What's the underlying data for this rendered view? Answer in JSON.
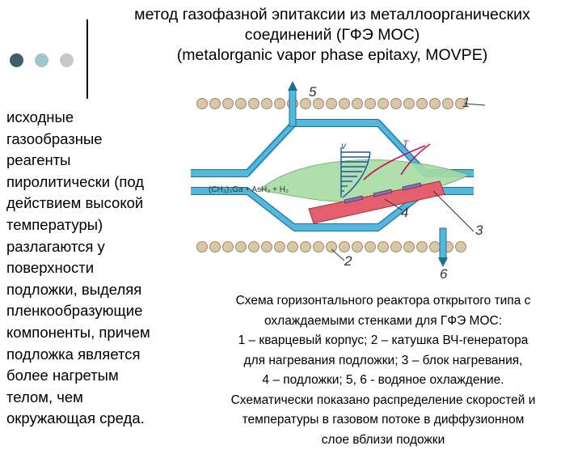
{
  "title": {
    "line1": "метод газофазной эпитаксии из металлоорганических",
    "line2": "соединений (ГФЭ МОС)",
    "line3": "(metalorganic vapor phase epitaxy, MOVPE)"
  },
  "colors": {
    "dot1": "#3e6068",
    "dot2": "#9fc6cc",
    "dot3": "#c8c8c8",
    "wall": "#54b8dd",
    "coil": "#d9c7a8",
    "flow": "#a7dca3",
    "heater": "#e4606e",
    "velocity": "#1d54a8",
    "temperature": "#c8145a"
  },
  "body_text": [
    "исходные",
    "газообразные",
    "реагенты",
    "пиролитически (под",
    "действием высокой",
    "температуры)",
    "разлагаются у",
    "поверхности",
    "подложки, выделяя",
    "пленкообразующие",
    "компоненты, причем",
    "подложка является",
    "более нагретым",
    "телом, чем",
    "окружающая среда."
  ],
  "caption": [
    "Схема горизонтального реактора открытого типа с",
    "охлаждаемыми стенками для ГФЭ МОС:",
    "1 – кварцевый корпус; 2 – катушка ВЧ-генератора",
    "для нагревания подложки; 3 – блок нагревания,",
    "4 – подложки; 5, 6 -  водяное охлаждение.",
    "Схематически показано распределение скоростей и",
    "температуры в газовом потоке в диффузионном",
    "слое вблизи подожки"
  ],
  "diagram": {
    "labels": {
      "n1": "1",
      "n2": "2",
      "n3": "3",
      "n4": "4",
      "n5": "5",
      "n6": "6",
      "v": "v",
      "t": "T"
    },
    "inlet_formula": "(CH₃)₃Ga + AsH₃ + H₂"
  }
}
